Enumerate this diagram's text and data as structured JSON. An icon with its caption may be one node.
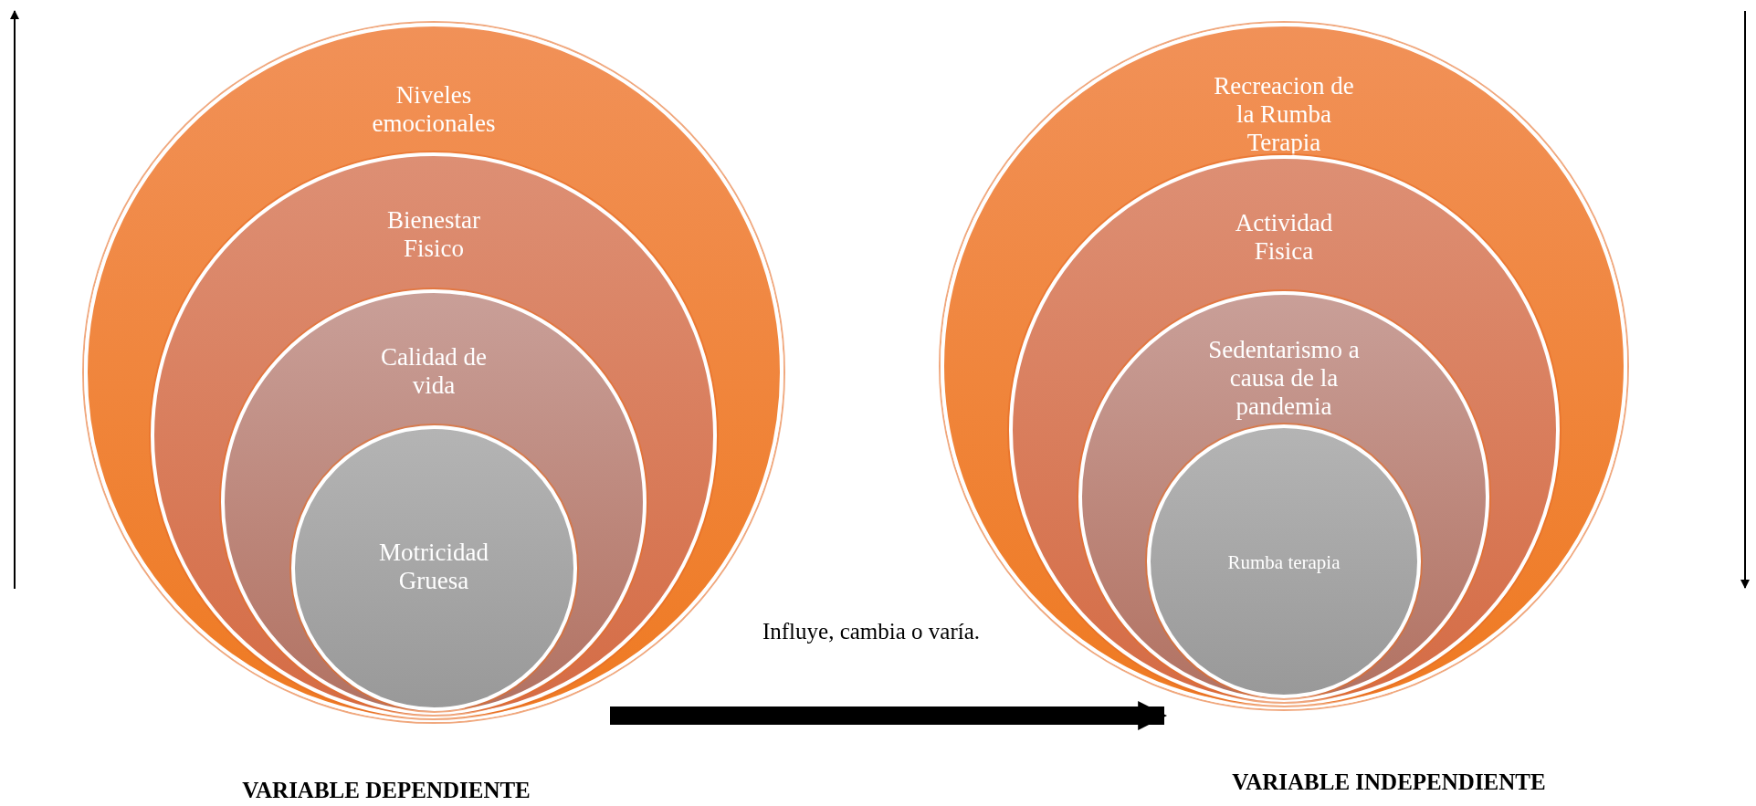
{
  "diagram": {
    "nodes": [
      {
        "text": [
          "Niveles emocionales"
        ]
      },
      {
        "text": [
          "Bienestar Fisico"
        ],
        "in": 0
      },
      {
        "text": [
          "Calidad de vida"
        ],
        "in": 1
      },
      {
        "text": [
          "Motricidad Gruesa"
        ],
        "in": 2
      },
      {
        "text": [
          "Recreacion de la Rumba Terapia"
        ]
      },
      {
        "text": [
          "Actividad Fisica"
        ],
        "in": 4
      },
      {
        "text": [
          "Sedentarismo a causa de la pandemia"
        ],
        "in": 5
      },
      {
        "text": [
          "Rumba terapia"
        ],
        "in": 6
      }
    ],
    "edges": [
      {
        "from": 0,
        "to": 4,
        "arrow": "to",
        "label": "Influye, cambia o varía."
      }
    ],
    "labels": [
      "VARIABLE DEPENDIENTE",
      "VARIABLE INDEPENDIENTE"
    ]
  }
}
